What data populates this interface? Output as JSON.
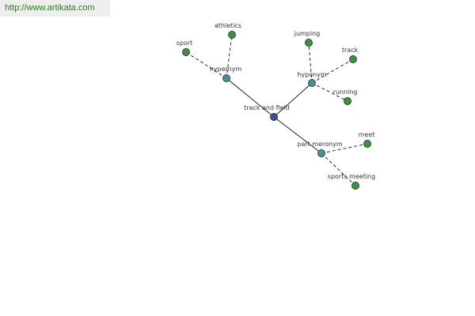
{
  "site_link": "http://www.artikata.com",
  "colors": {
    "root": "#3f4f9f",
    "relation": "#4a8f8f",
    "leaf": "#3f8f3f",
    "node_stroke": "#1e2a2a",
    "edge": "#111111"
  },
  "graph": {
    "root": {
      "id": "track-and-field",
      "label": "track and field"
    },
    "relations": [
      {
        "id": "hypernym",
        "label": "hypernym",
        "children": [
          {
            "id": "sport",
            "label": "sport"
          },
          {
            "id": "athletics",
            "label": "athletics"
          }
        ]
      },
      {
        "id": "hyponym",
        "label": "hyponym",
        "children": [
          {
            "id": "jumping",
            "label": "jumping"
          },
          {
            "id": "track",
            "label": "track"
          },
          {
            "id": "running",
            "label": "running"
          }
        ]
      },
      {
        "id": "part-meronym",
        "label": "part meronym",
        "children": [
          {
            "id": "meet",
            "label": "meet"
          },
          {
            "id": "sports-meeting",
            "label": "sports meeting"
          }
        ]
      }
    ]
  }
}
